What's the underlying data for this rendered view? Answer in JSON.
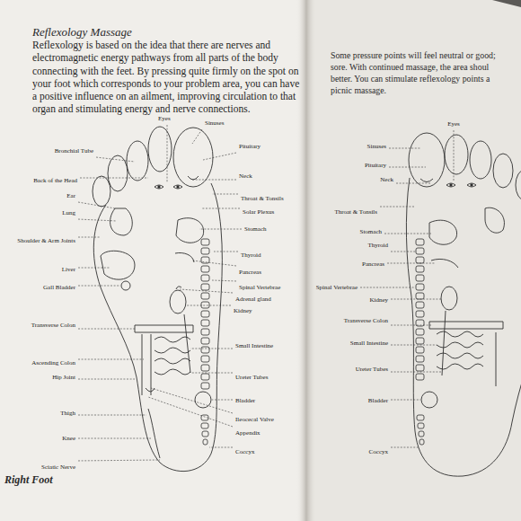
{
  "diagram": {
    "title": "Reflexology Massage",
    "labels": [
      "Reflexology is based on the idea that there are nerves and electromagnetic energy pathways from all parts of the body connecting with the feet. By pressing quite firmly on the spot on your foot which corresponds to your problem area, you can have a positive influence on an ailment, improving circulation to that organ and stimulating energy and nerve connections.",
      "Some pressure points will feel neutral or good;",
      "sore. With continued massage, the area shoul",
      "better. You can stimulate reflexology points a",
      "picnic massage.",
      "Eyes",
      "Sinuses",
      "Bronchial Tube",
      "Pituitary",
      "Back of the Head",
      "Neck",
      "Ear",
      "Throat & Tonsils",
      "Solar Plexus",
      "Lung",
      "Stomach",
      "Shoulder & Arm Joints",
      "Thyroid",
      "Liver",
      "Pancreas",
      "Gall Bladder",
      "Spinal Vertebrae",
      "Adrenal gland",
      "Kidney",
      "Transverse Colon",
      "Small Intestine",
      "Ascending Colon",
      "Hip Joint",
      "Ureter Tubes",
      "Bladder",
      "Thigh",
      "Ileocecal Valve",
      "Appendix",
      "Knee",
      "Coccyx",
      "Sciatic Nerve",
      "Right Foot",
      "Eyes",
      "Sinuses",
      "Pituitary",
      "Neck",
      "Throat & Tonsils",
      "Stomach",
      "Thyroid",
      "Pancreas",
      "Spinal Vertebrae",
      "Kidney",
      "Transverse Colon",
      "Small Intestine",
      "Ureter Tubes",
      "Bladder",
      "Coccyx"
    ]
  }
}
